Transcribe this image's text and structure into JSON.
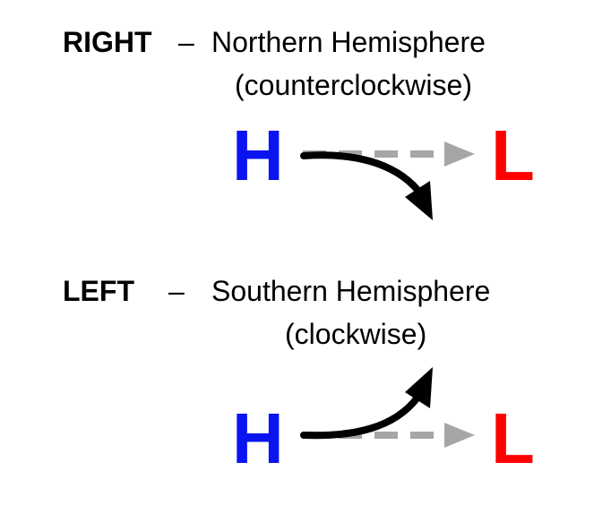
{
  "colors": {
    "high": "#0a14f0",
    "low": "#ff0000",
    "dashed_arrow": "#a6a6a6",
    "deflected_arrow": "#000000"
  },
  "northern": {
    "direction_label": "RIGHT",
    "dash": "–",
    "hemisphere": "Northern Hemisphere",
    "rotation": "(counterclockwise)",
    "high_label": "H",
    "low_label": "L"
  },
  "southern": {
    "direction_label": "LEFT",
    "dash": "–",
    "hemisphere": "Southern Hemisphere",
    "rotation": "(clockwise)",
    "high_label": "H",
    "low_label": "L"
  }
}
